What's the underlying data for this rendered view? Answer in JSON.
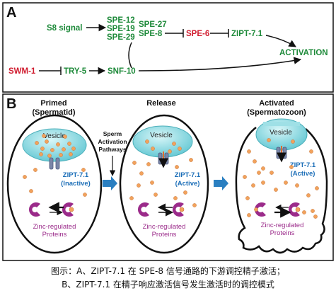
{
  "panel_a": {
    "letter": "A",
    "s8_signal": "S8 signal",
    "spe_group": [
      "SPE-12",
      "SPE-19",
      "SPE-29"
    ],
    "spe27": "SPE-27",
    "spe8": "SPE-8",
    "spe6": "SPE-6",
    "zipt": "ZIPT-7.1",
    "activation": "ACTIVATION",
    "swm1": "SWM-1",
    "try5": "TRY-5",
    "snf10": "SNF-10"
  },
  "panel_b": {
    "letter": "B",
    "stages": [
      {
        "title1": "Primed",
        "title2": "(Spermatid)",
        "zipt_name": "ZIPT-7.1",
        "zipt_state": "(Inactive)"
      },
      {
        "title1": "Release",
        "title2": "",
        "zipt_name": "ZIPT-7.1",
        "zipt_state": "(Active)"
      },
      {
        "title1": "Activated",
        "title2": "(Spermatozoon)",
        "zipt_name": "ZIPT-7.1",
        "zipt_state": "(Active)"
      }
    ],
    "vesicle_label": "Vesicle",
    "zinc_line1": "Zinc-regulated",
    "zinc_line2": "Proteins",
    "pathway_lines": [
      "Sperm",
      "Activation",
      "Pathways"
    ]
  },
  "colors": {
    "green": "#1e8a3a",
    "red": "#d01b2e",
    "blue": "#1d6fb8",
    "magenta": "#9b2b8a",
    "vesicle": "#7fd4dc",
    "zinc": "#f2a25c"
  },
  "caption": {
    "line1": "图示：A、ZIPT-7.1 在 SPE-8 信号通路的下游调控精子激活；",
    "line2": "B、ZIPT-7.1 在精子响应激活信号发生激活时的调控模式"
  }
}
